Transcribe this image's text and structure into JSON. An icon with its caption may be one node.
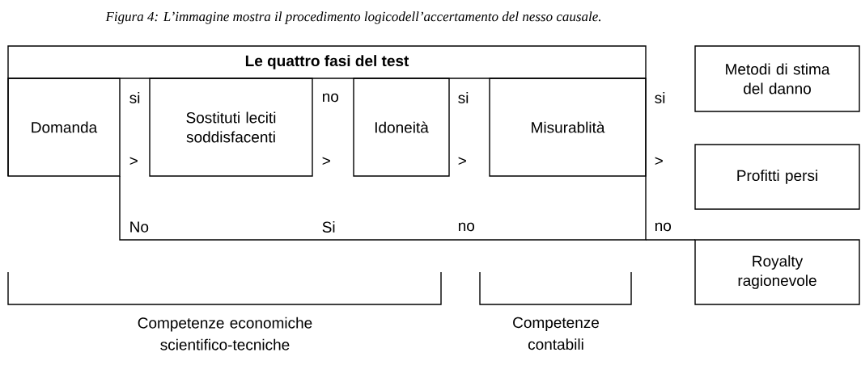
{
  "diagram": {
    "caption": "Figura 4: L’immagine mostra il procedimento logicodell’accertamento del nesso causale.",
    "nodes": [
      {
        "text": [
          "Le quattro fasi del test"
        ]
      },
      {
        "text": [
          "Domanda"
        ],
        "in": 0
      },
      {
        "text": [
          "Sostituti leciti soddisfacenti"
        ],
        "in": 0
      },
      {
        "text": [
          "Idoneità"
        ],
        "in": 0
      },
      {
        "text": [
          "Misurablità"
        ],
        "in": 0
      },
      {
        "text": [
          "Metodi di stima del danno"
        ]
      },
      {
        "text": [
          "Profitti persi"
        ]
      },
      {
        "text": [
          "Royalty ragionevole"
        ]
      }
    ],
    "labels": [
      "si",
      ">",
      "No",
      "no",
      ">",
      "Si",
      "si",
      ">",
      "no",
      "si",
      ">",
      "no",
      "Competenze economiche scientifico-tecniche",
      "Competenze contabili"
    ]
  }
}
